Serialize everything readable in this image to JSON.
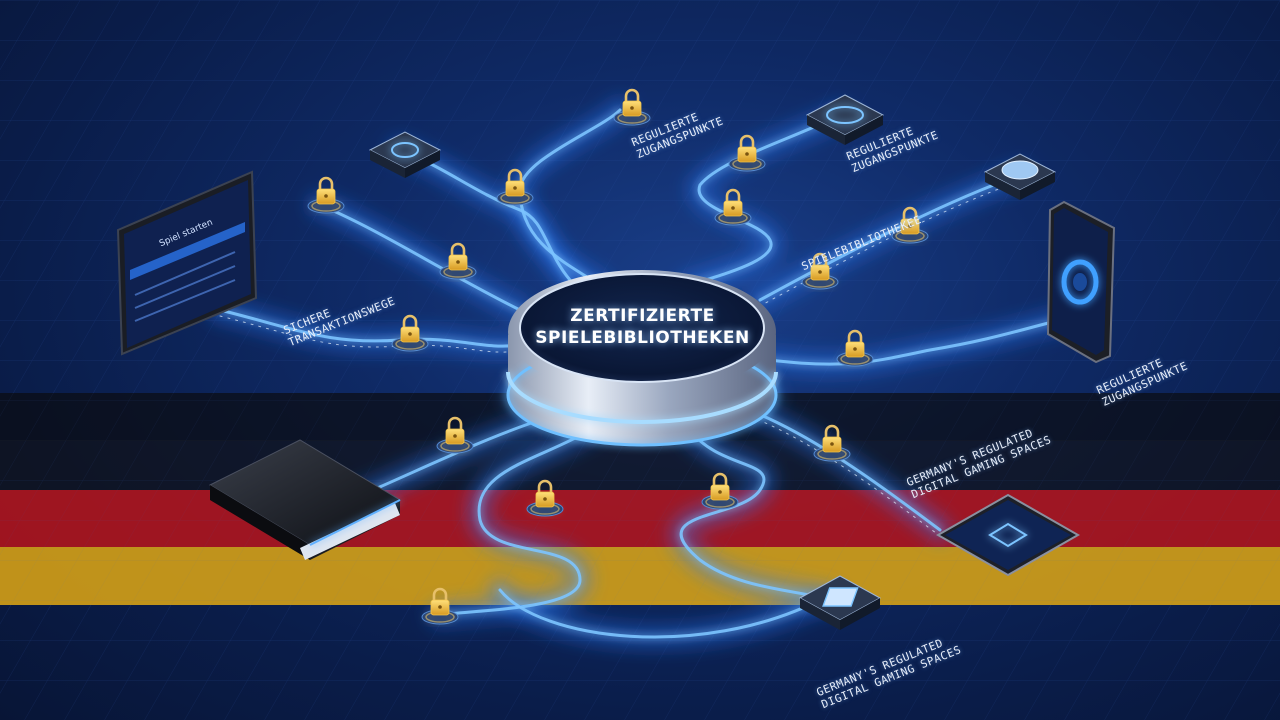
{
  "hub": {
    "line1": "ZERTIFIZIERTE",
    "line2": "SPIELEBIBLIOTHEKEN"
  },
  "labels": {
    "top_center": [
      "REGULIERTE",
      "ZUGANGSPUNKTE"
    ],
    "top_right": [
      "REGULIERTE",
      "ZUGANGSPUNKTE"
    ],
    "right_middle": "SPIELEBIBLIOTHEKEE",
    "left": [
      "SICHERE",
      "TRANSAKTIONSWEGE"
    ],
    "right_phone": [
      "REGULIERTE",
      "ZUGANGSPUNKTE"
    ],
    "right_lower": [
      "GERMANY'S REGULATED",
      "DIGITAL GAMING SPACES"
    ],
    "bottom": [
      "GERMANY'S REGULATED",
      "DIGITAL GAMING SPACES"
    ]
  },
  "tablet": {
    "title": "Spiel starten"
  },
  "colors": {
    "background": "#0f2a66",
    "path_glow": "#5fb0ff",
    "lock_gold": "#f2c24a",
    "flag_black": "#111111",
    "flag_red": "#c8191e",
    "flag_gold": "#e8b21a"
  }
}
